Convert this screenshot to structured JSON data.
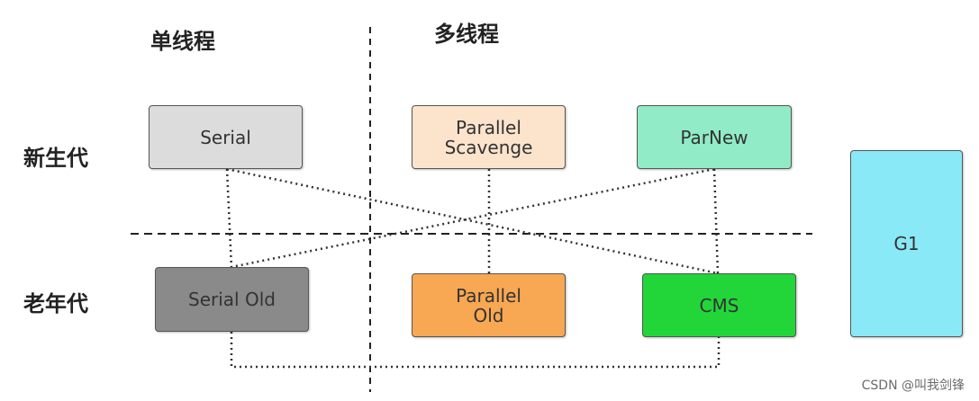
{
  "headers": {
    "single_thread": "单线程",
    "multi_thread": "多线程"
  },
  "rows": {
    "young": "新生代",
    "old": "老年代"
  },
  "collectors": {
    "serial": {
      "line1": "Serial",
      "line2": "",
      "color": "#dcdcdc"
    },
    "parallel_scavenge": {
      "line1": "Parallel",
      "line2": "Scavenge",
      "color": "#fbe3cc"
    },
    "parnew": {
      "line1": "ParNew",
      "line2": "",
      "color": "#90ebc6"
    },
    "g1": {
      "line1": "G1",
      "line2": "",
      "color": "#8ae9f6"
    },
    "serial_old": {
      "line1": "Serial Old",
      "line2": "",
      "color": "#8a8a8a"
    },
    "parallel_old": {
      "line1": "Parallel",
      "line2": "Old",
      "color": "#f8a752"
    },
    "cms": {
      "line1": "CMS",
      "line2": "",
      "color": "#22d63a"
    }
  },
  "watermark": "CSDN @叫我剑锋"
}
